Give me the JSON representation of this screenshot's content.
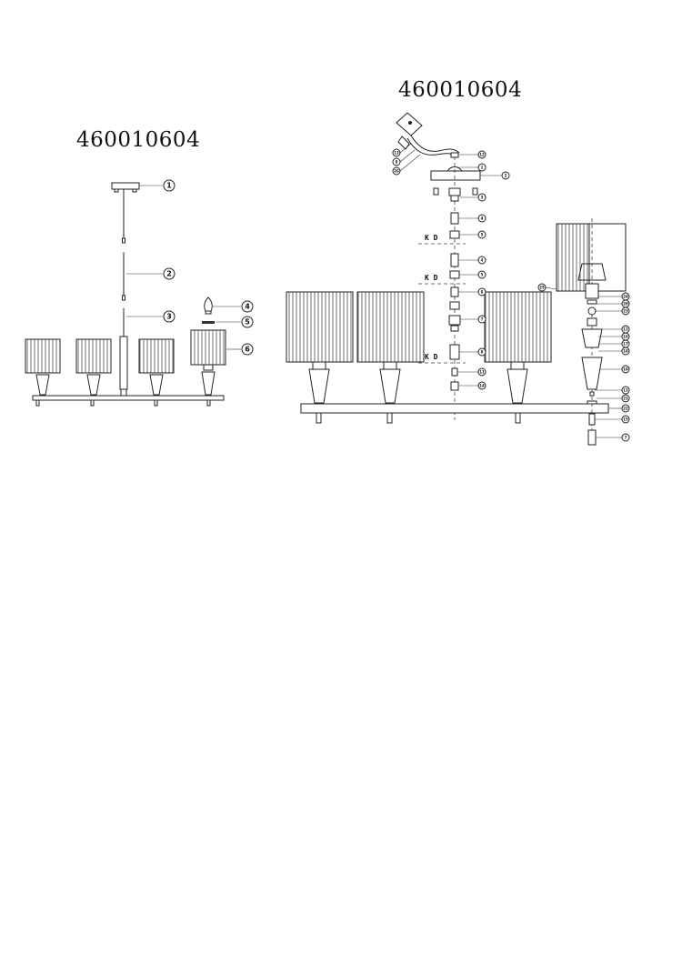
{
  "titles": {
    "left": "460010604",
    "right": "460010604"
  },
  "left_callouts": [
    "1",
    "2",
    "3",
    "4",
    "5",
    "6"
  ],
  "right_callouts": [
    "1",
    "2",
    "3",
    "4",
    "4",
    "5",
    "5",
    "6",
    "7",
    "8",
    "9",
    "11",
    "12",
    "13",
    "14",
    "15",
    "16",
    "17",
    "18",
    "19",
    "20",
    "21",
    "22",
    "23",
    "24",
    "25",
    "26",
    "27",
    "28",
    "29",
    "30"
  ],
  "kd_label": "K D",
  "colors": {
    "ink": "#222222",
    "background": "#ffffff"
  }
}
